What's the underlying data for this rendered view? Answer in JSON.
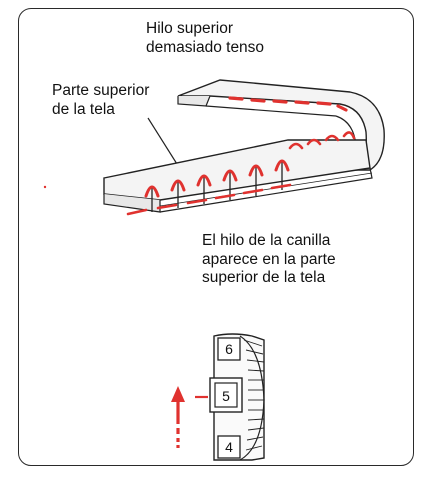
{
  "caption_top": {
    "line1": "Hilo superior",
    "line2": "demasiado tenso"
  },
  "label_fabric_top": {
    "line1": "Parte superior",
    "line2": "de la tela"
  },
  "caption_bobbin": {
    "line1": "El hilo de la canilla",
    "line2": "aparece en la parte",
    "line3": "superior de la tela"
  },
  "tension_dial": {
    "numbers": [
      "6",
      "5",
      "4"
    ],
    "selected": "5"
  },
  "colors": {
    "thread": "#e0322f",
    "ink": "#222222",
    "fabric_fill": "#f4f4f4"
  }
}
